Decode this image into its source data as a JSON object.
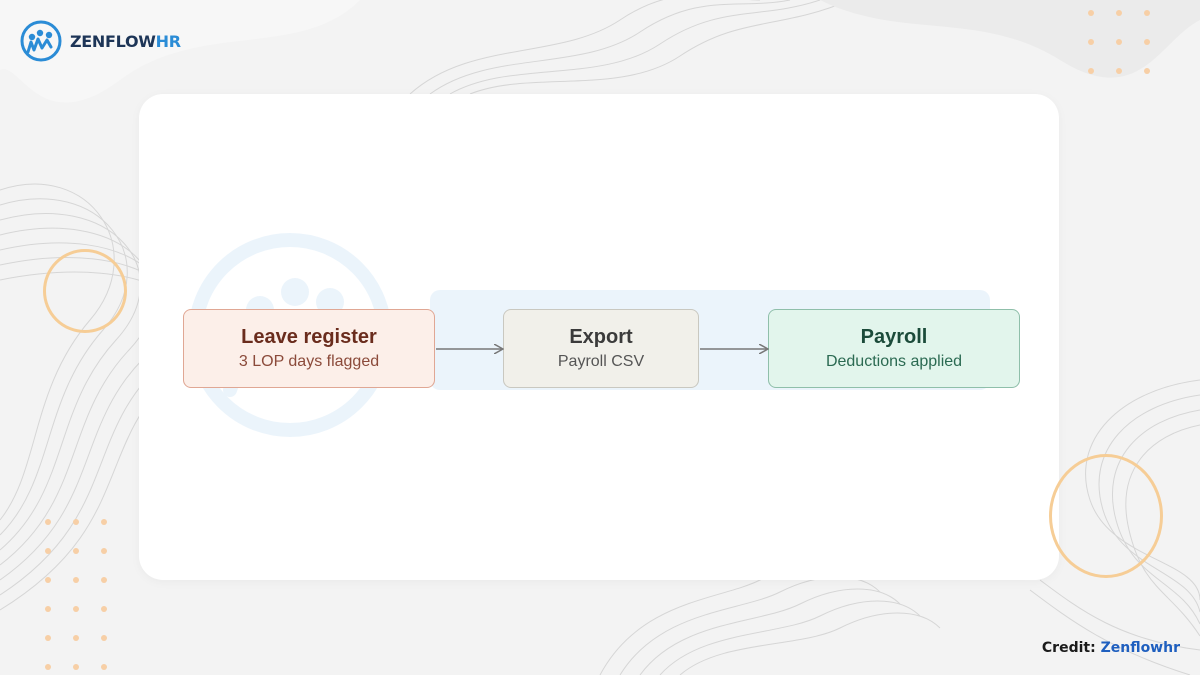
{
  "brand": {
    "name": "ZENFLOW",
    "suffix": "HR",
    "icon": "people-logo-icon"
  },
  "diagram": {
    "nodes": [
      {
        "title": "Leave register",
        "subtitle": "3 LOP days flagged"
      },
      {
        "title": "Export",
        "subtitle": "Payroll CSV"
      },
      {
        "title": "Payroll",
        "subtitle": "Deductions applied"
      }
    ],
    "edges": [
      {
        "from": "Leave register",
        "to": "Export"
      },
      {
        "from": "Export",
        "to": "Payroll"
      }
    ]
  },
  "credit": {
    "label": "Credit:",
    "value": "Zenflowhr"
  },
  "colors": {
    "background": "#f3f3f3",
    "card": "#ffffff",
    "accent_orange": "#f6cd96",
    "brand_blue": "#2b8cd6",
    "leave_fill": "#fcefe9",
    "export_fill": "#f1f0ea",
    "payroll_fill": "#e2f5ec"
  }
}
